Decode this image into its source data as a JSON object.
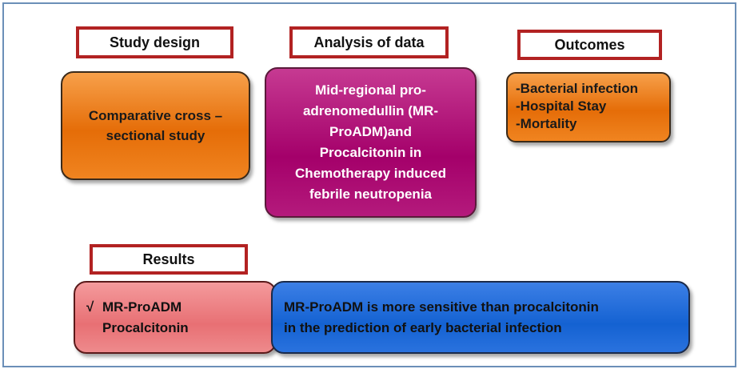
{
  "headers": {
    "study_design": "Study design",
    "analysis": "Analysis of data",
    "outcomes": "Outcomes",
    "results": "Results"
  },
  "study_design_box": {
    "line1": "Comparative cross –",
    "line2": "sectional study"
  },
  "analysis_box": {
    "lines": [
      "Mid-regional pro-",
      "adrenomedullin (MR-",
      "ProADM)and",
      "Procalcitonin in",
      "Chemotherapy induced",
      "febrile neutropenia"
    ]
  },
  "outcomes_box": {
    "items": [
      "-Bacterial infection",
      "-Hospital Stay",
      "-Mortality"
    ]
  },
  "results_box": {
    "check": "√",
    "line1": "MR-ProADM",
    "line2": "Procalcitonin"
  },
  "conclusion_box": {
    "line1": "MR-ProADM is more sensitive than procalcitonin",
    "line2": "in the prediction of early bacterial infection"
  },
  "colors": {
    "frame_border": "#6b8fb8",
    "header_border": "#b22222",
    "orange": "#e56d08",
    "magenta": "#a4006a",
    "pink": "#e87074",
    "blue": "#1462d2"
  }
}
